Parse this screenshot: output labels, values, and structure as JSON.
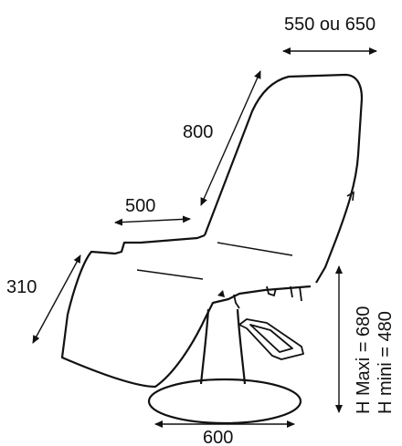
{
  "dimensions": {
    "top_width": "550 ou 650",
    "backrest_length": "800",
    "seat_length": "500",
    "leg_rest_length": "310",
    "base_diameter": "600",
    "height_max": "H Maxi =  680",
    "height_min": "H mini =  480"
  },
  "colors": {
    "line": "#111111",
    "background": "#ffffff"
  }
}
